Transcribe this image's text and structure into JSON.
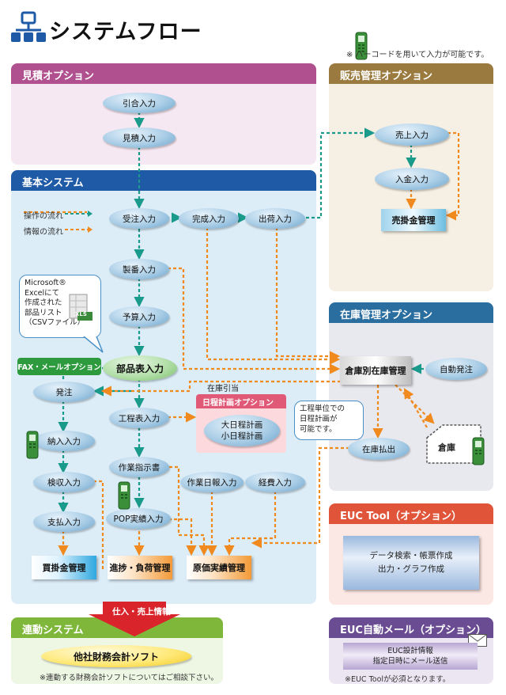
{
  "title": "システムフロー",
  "barcode_note": "※ バーコードを用いて入力が可能です。",
  "panels": {
    "mitsumori": {
      "title": "見積オプション"
    },
    "kihon": {
      "title": "基本システム"
    },
    "hanbai": {
      "title": "販売管理オプション"
    },
    "zaiko": {
      "title": "在庫管理オプション"
    },
    "euc": {
      "title": "EUC Tool（オプション）"
    },
    "renkei": {
      "title": "連動システム"
    },
    "eucmail": {
      "title": "EUC自動メール（オプション）"
    },
    "fax": {
      "title": "FAX・メールオプション"
    },
    "nittei": {
      "title": "日程計画オプション"
    }
  },
  "nodes": {
    "hikiai": "引合入力",
    "mitsumori": "見積入力",
    "juchu": "受注入力",
    "kansei": "完成入力",
    "shukka": "出荷入力",
    "seiban": "製番入力",
    "yosan": "予算入力",
    "buhin": "部品表入力",
    "hacchu": "発注",
    "koteihyo": "工程表入力",
    "nounyu": "納入入力",
    "kenshu": "検収入力",
    "shiharai": "支払入力",
    "sagyo": "作業指示書",
    "sagyonippo": "作業日報入力",
    "keihi": "経費入力",
    "pop": "POP実績入力",
    "uriage": "売上入力",
    "nyukin": "入金入力",
    "zaikobetsu": "倉庫別在庫管理",
    "jidohacchu": "自動発注",
    "zaikobarai": "在庫払出",
    "souko": "倉庫",
    "daiNittei": "大日程計画",
    "shoNittei": "小日程計画",
    "tasha": "他社財務会計ソフト"
  },
  "boxes": {
    "urikake": "売掛金管理",
    "kaikake": "買掛金管理",
    "shincho": "進捗・負荷管理",
    "genka": "原価実績管理"
  },
  "legend": {
    "op": "操作の流れ",
    "info": "情報の流れ"
  },
  "excel_callout": [
    "Microsoft®",
    "Excelにて",
    "作成された",
    "部品リスト",
    "（CSVファイル）"
  ],
  "xls": "XLS",
  "nittei_callout": [
    "工程単位での",
    "日程計画が",
    "可能です。"
  ],
  "zaiko_hikiate": "在庫引当",
  "euc_items": [
    "データ検索・帳票作成",
    "出力・グラフ作成"
  ],
  "shiire_arrow": "仕入・売上情報",
  "renkei_note": "※連動する財務会計ソフトについてはご相談下さい。",
  "eucmail_items": [
    "EUC設計情報",
    "指定日時にメール送信"
  ],
  "eucmail_note": "※EUC Toolが必須となります。",
  "colors": {
    "op_flow": "#1a9a8a",
    "info_flow": "#f08a1e"
  }
}
